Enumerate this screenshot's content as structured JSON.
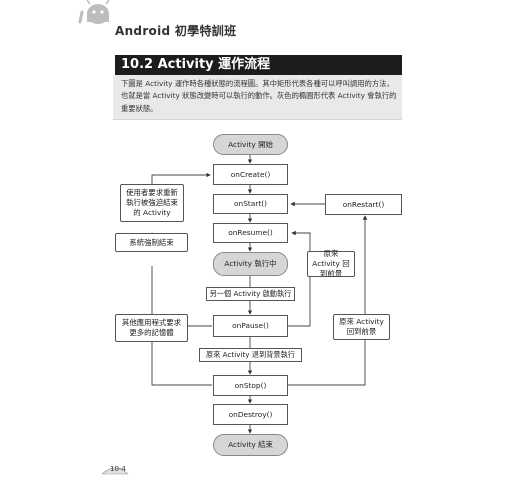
{
  "header": {
    "title": "Android 初學特訓班"
  },
  "section": {
    "title": "10.2 Activity 運作流程",
    "intro": "下圖是 Activity 運作時各種狀態的流程圖。其中矩形代表各種可以呼叫調用的方法，也就是當 Activity 狀態改變時可以執行的動作。灰色的橢圓形代表 Activity 會執行的重要狀態。"
  },
  "flow": {
    "start": "Activity 開始",
    "on_create": "onCreate()",
    "on_start": "onStart()",
    "on_resume": "onResume()",
    "running": "Activity 執行中",
    "on_pause": "onPause()",
    "on_stop": "onStop()",
    "on_destroy": "onDestroy()",
    "end": "Activity 結束",
    "on_restart": "onRestart()",
    "note_user_restart": "使用者要求重新執行被強迫結束的 Activity",
    "note_killed": "系統強制結束",
    "note_memory": "其他應用程式要求更多的記憶體",
    "note_back_foreground_1": "原來 Activity 回到前景",
    "note_back_foreground_2": "原來 Activity 回到前景",
    "label_another_start": "另一個 Activity 啟動執行",
    "label_back_background": "原來 Activity 退到背景執行"
  },
  "footer": {
    "page": "10-4"
  }
}
